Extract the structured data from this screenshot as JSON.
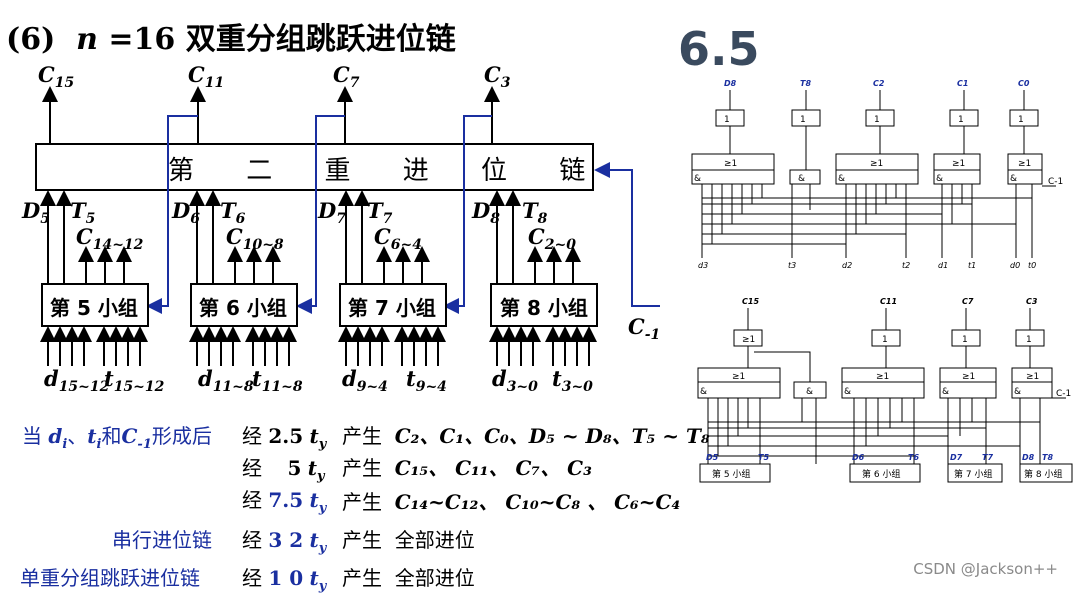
{
  "title": {
    "prefix": "(6)",
    "n": "n",
    "rest": " =16 双重分组跳跃进位链"
  },
  "badge": "6.5",
  "second_chain_label": "第 二 重 进 位 链",
  "top_outputs": [
    {
      "base": "C",
      "sub": "15"
    },
    {
      "base": "C",
      "sub": "11"
    },
    {
      "base": "C",
      "sub": "7"
    },
    {
      "base": "C",
      "sub": "3"
    }
  ],
  "groups": [
    {
      "label": "第 5 小组",
      "D": "D",
      "Dsub": "5",
      "T": "T",
      "Tsub": "5",
      "C": "C",
      "Csub": "14~12",
      "d": "d",
      "dsub": "15~12",
      "t": "t",
      "tsub": "15~12"
    },
    {
      "label": "第 6 小组",
      "D": "D",
      "Dsub": "6",
      "T": "T",
      "Tsub": "6",
      "C": "C",
      "Csub": "10~8",
      "d": "d",
      "dsub": "11~8",
      "t": "t",
      "tsub": "11~8"
    },
    {
      "label": "第 7 小组",
      "D": "D",
      "Dsub": "7",
      "T": "T",
      "Tsub": "7",
      "C": "C",
      "Csub": "6~4",
      "d": "d",
      "dsub": "9~4",
      "t": "t",
      "tsub": "9~4"
    },
    {
      "label": "第 8 小组",
      "D": "D",
      "Dsub": "8",
      "T": "T",
      "Tsub": "8",
      "C": "C",
      "Csub": "2~0",
      "d": "d",
      "dsub": "3~0",
      "t": "t",
      "tsub": "3~0"
    }
  ],
  "cin": {
    "base": "C",
    "sub": "-1"
  },
  "timing": [
    {
      "cond_html": "当",
      "cond_d": "d",
      "cond_dsub": "i",
      "cond_sep": "、",
      "cond_t": "t",
      "cond_tsub": "i",
      "cond_and": "和",
      "cond_c": "C",
      "cond_csub": "-1",
      "cond_end": "形成后",
      "jing": "经",
      "delay": "2.5",
      "unit": "t",
      "unit_sub": "y",
      "gen": "产生",
      "result": "C₂、C₁、C₀、D₅ ~ D₈、T₅ ~ T₈"
    },
    {
      "jing": "经",
      "delay": "5",
      "unit": "t",
      "unit_sub": "y",
      "gen": "产生",
      "result": "C₁₅、 C₁₁、 C₇、 C₃"
    },
    {
      "jing": "经",
      "delay": "7.5",
      "unit": "t",
      "unit_sub": "y",
      "gen": "产生",
      "result": "C₁₄~C₁₂、 C₁₀~C₈ 、 C₆~C₄"
    },
    {
      "label": "串行进位链",
      "jing": "经",
      "delay": "3 2",
      "unit": "t",
      "unit_sub": "y",
      "gen": "产生",
      "result": "全部进位"
    },
    {
      "label": "单重分组跳跃进位链",
      "jing": "经",
      "delay": "1 0",
      "unit": "t",
      "unit_sub": "y",
      "gen": "产生",
      "result": "全部进位"
    }
  ],
  "right_top": {
    "top_labels": [
      "D8",
      "T8",
      "C2",
      "C1",
      "C0"
    ],
    "gate_one": "1",
    "gate_or": "≥1",
    "gate_and": "&",
    "cin": "C-1",
    "bottom_labels": [
      "d3",
      "t3",
      "d2",
      "t2",
      "d1",
      "t1",
      "d0",
      "t0"
    ]
  },
  "right_bottom": {
    "top_labels": [
      "C15",
      "C11",
      "C7",
      "C3"
    ],
    "gate_one": "1",
    "gate_or": "≥1",
    "gate_and": "&",
    "cin": "C-1",
    "bottom_labels": [
      "D5",
      "T5",
      "D6",
      "T6",
      "D7",
      "T7",
      "D8",
      "T8"
    ],
    "groups": [
      "第 5 小组",
      "第 6 小组",
      "第 7 小组",
      "第 8 小组"
    ]
  },
  "watermark": "CSDN @Jackson++"
}
